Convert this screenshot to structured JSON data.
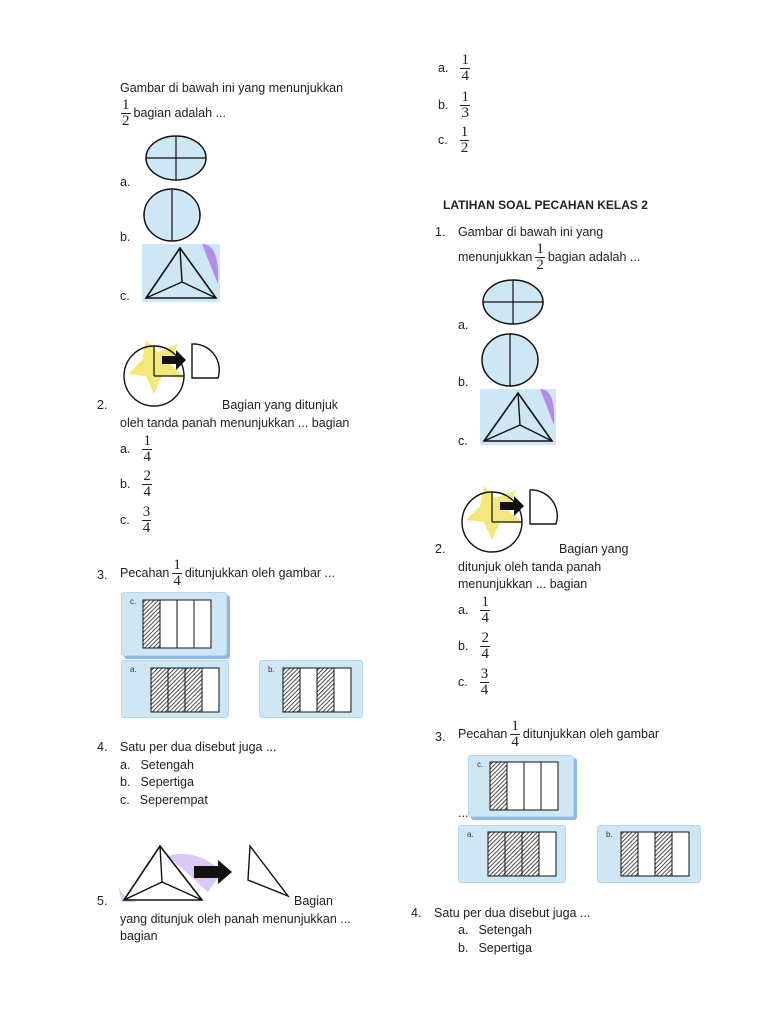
{
  "left": {
    "q1": {
      "stem_before": "Gambar di bawah ini yang menunjukkan",
      "frac": {
        "num": "1",
        "den": "2"
      },
      "stem_after": "bagian adalah ...",
      "opts": [
        "a.",
        "b.",
        "c."
      ]
    },
    "q2": {
      "number": "2.",
      "line1": "Bagian yang ditunjuk",
      "line2": "oleh tanda panah menunjukkan ... bagian",
      "opts": [
        {
          "letter": "a.",
          "num": "1",
          "den": "4"
        },
        {
          "letter": "b.",
          "num": "2",
          "den": "4"
        },
        {
          "letter": "c.",
          "num": "3",
          "den": "4"
        }
      ]
    },
    "q3": {
      "number": "3.",
      "before": "Pecahan",
      "frac": {
        "num": "1",
        "den": "4"
      },
      "after": "ditunjukkan oleh gambar ...",
      "tiles": [
        "c.",
        "a.",
        "b."
      ]
    },
    "q4": {
      "number": "4.",
      "stem": "Satu per dua disebut juga ...",
      "opts": [
        {
          "letter": "a.",
          "text": "Setengah"
        },
        {
          "letter": "b.",
          "text": "Sepertiga"
        },
        {
          "letter": "c.",
          "text": "Seperempat"
        }
      ]
    },
    "q5": {
      "number": "5.",
      "line1": "Bagian",
      "line2": "yang ditunjuk oleh panah menunjukkan ...",
      "line3": "bagian"
    }
  },
  "right": {
    "top_opts": [
      {
        "letter": "a.",
        "num": "1",
        "den": "4"
      },
      {
        "letter": "b.",
        "num": "1",
        "den": "3"
      },
      {
        "letter": "c.",
        "num": "1",
        "den": "2"
      }
    ],
    "title": "LATIHAN SOAL PECAHAN KELAS 2",
    "q1": {
      "number": "1.",
      "line1": "Gambar di bawah ini yang",
      "line2_before": "menunjukkan",
      "frac": {
        "num": "1",
        "den": "2"
      },
      "line2_after": "bagian adalah ...",
      "opts": [
        "a.",
        "b.",
        "c."
      ]
    },
    "q2": {
      "number": "2.",
      "line1": "Bagian yang",
      "line2": "ditunjuk oleh tanda panah",
      "line3": "menunjukkan ... bagian",
      "opts": [
        {
          "letter": "a.",
          "num": "1",
          "den": "4"
        },
        {
          "letter": "b.",
          "num": "2",
          "den": "4"
        },
        {
          "letter": "c.",
          "num": "3",
          "den": "4"
        }
      ]
    },
    "q3": {
      "number": "3.",
      "before": "Pecahan",
      "frac": {
        "num": "1",
        "den": "4"
      },
      "after": "ditunjukkan oleh gambar",
      "ellipsis": "...",
      "tiles": [
        "c.",
        "a.",
        "b."
      ]
    },
    "q4": {
      "number": "4.",
      "stem": "Satu per dua disebut juga ...",
      "opts": [
        {
          "letter": "a.",
          "text": "Setengah"
        },
        {
          "letter": "b.",
          "text": "Sepertiga"
        }
      ]
    }
  },
  "colors": {
    "tile": "#cfe6f5",
    "shape_fill": "#cfe6f5",
    "star": "#f5e87a",
    "violet": "#b48be6"
  }
}
